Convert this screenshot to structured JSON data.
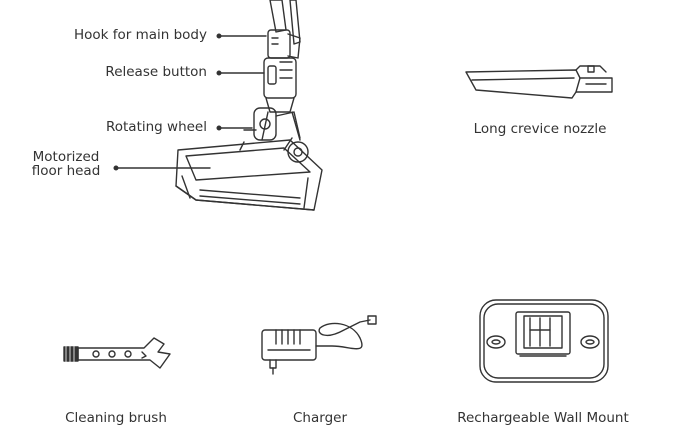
{
  "labels": {
    "hook": "Hook for main body",
    "release": "Release button",
    "rotating": "Rotating wheel",
    "motorized_line1": "Motorized",
    "motorized_line2": "floor head",
    "crevice": "Long crevice nozzle",
    "brush": "Cleaning brush",
    "charger": "Charger",
    "wall_mount": "Rechargeable Wall Mount"
  },
  "colors": {
    "line": "#333333",
    "text": "#333333",
    "background": "#ffffff"
  },
  "icons": [
    "vacuum-main-body-illustration",
    "crevice-nozzle-illustration",
    "cleaning-brush-illustration",
    "charger-illustration",
    "wall-mount-illustration"
  ]
}
